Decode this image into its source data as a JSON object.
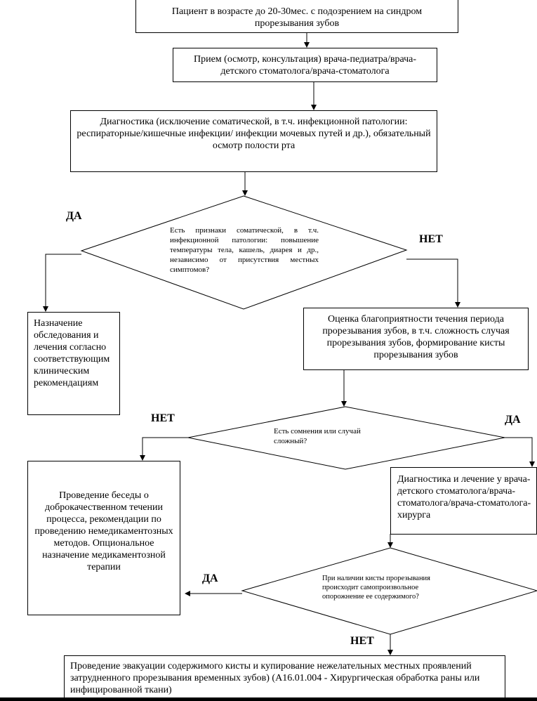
{
  "nodes": {
    "patient": "Пациент в возрасте до 20-30мес. с подозрением на синдром прорезывания зубов",
    "reception": "Прием (осмотр, консультация) врача-педиатра/врача-детского стоматолога/врача-стоматолога",
    "diagnostics": "Диагностика (исключение соматической, в т.ч. инфекционной патологии: респираторные/кишечные инфекции/ инфекции мочевых путей и др.), обязательный осмотр полости рта",
    "decision_somatic": "Есть признаки соматической, в т.ч. инфекционной патологии: повышение температуры тела, кашель, диарея и др., независимо от присутствия местных симптомов?",
    "refer_clinical": "Назначение обследования и лечения согласно соответствующим клиническим рекомендациям",
    "assessment": "Оценка благоприятности течения периода прорезывания зубов, в т.ч. сложность случая прорезывания зубов, формирование кисты прорезывания зубов",
    "decision_complex": "Есть сомнения или случай сложный?",
    "conversation": "Проведение беседы о доброкачественном течении процесса, рекомендации по проведению немедикаментозных методов. Опциональное назначение медикаментозной терапии",
    "dentist_treatment": "Диагностика и лечение у врача-детского стоматолога/врача-стоматолога/врача-стоматолога-хирурга",
    "decision_cyst": "При наличии кисты прорезывания происходит самопроизвольное опорожнение ее содержимого?",
    "evacuation": "Проведение эвакуации содержимого кисты и купирование нежелательных местных проявлений затрудненного прорезывания временных зубов) (А16.01.004 - Хирургическая обработка раны или инфицированной ткани)"
  },
  "labels": {
    "yes_1": "ДА",
    "no_1": "НЕТ",
    "no_2": "НЕТ",
    "yes_2": "ДА",
    "yes_3": "ДА",
    "no_3": "НЕТ"
  }
}
